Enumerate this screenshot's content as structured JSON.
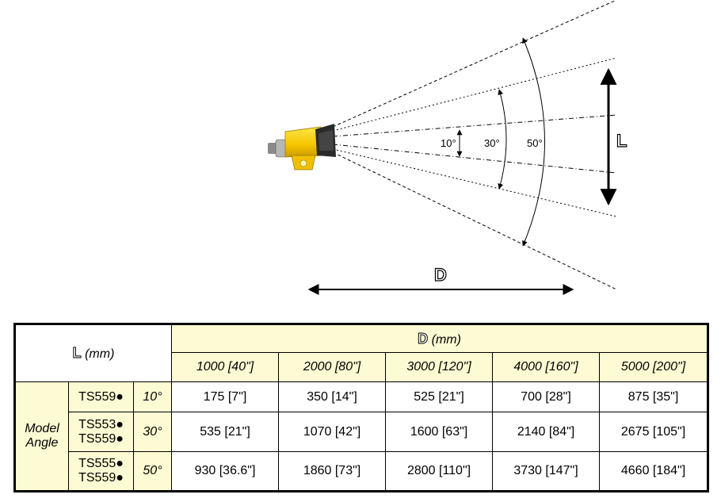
{
  "diagram": {
    "angle_labels": [
      "10°",
      "30°",
      "50°"
    ],
    "length_symbol": "L",
    "distance_symbol": "D"
  },
  "table": {
    "corner_symbol": "L",
    "corner_unit": "(mm)",
    "distance_symbol": "D",
    "distance_unit": "(mm)",
    "distances": [
      "1000 [40\"]",
      "2000 [80\"]",
      "3000 [120\"]",
      "4000 [160\"]",
      "5000 [200\"]"
    ],
    "row_group_label_line1": "Model",
    "row_group_label_line2": "Angle",
    "rows": [
      {
        "models": [
          "TS559●"
        ],
        "angle": "10°",
        "values": [
          "175 [7\"]",
          "350 [14\"]",
          "525 [21\"]",
          "700 [28\"]",
          "875 [35\"]"
        ]
      },
      {
        "models": [
          "TS553●",
          "TS559●"
        ],
        "angle": "30°",
        "values": [
          "535 [21\"]",
          "1070 [42\"]",
          "1600 [63\"]",
          "2140 [84\"]",
          "2675 [105\"]"
        ]
      },
      {
        "models": [
          "TS555●",
          "TS559●"
        ],
        "angle": "50°",
        "values": [
          "930 [36.6\"]",
          "1860 [73\"]",
          "2800 [110\"]",
          "3730 [147\"]",
          "4660 [184\"]"
        ]
      }
    ]
  }
}
